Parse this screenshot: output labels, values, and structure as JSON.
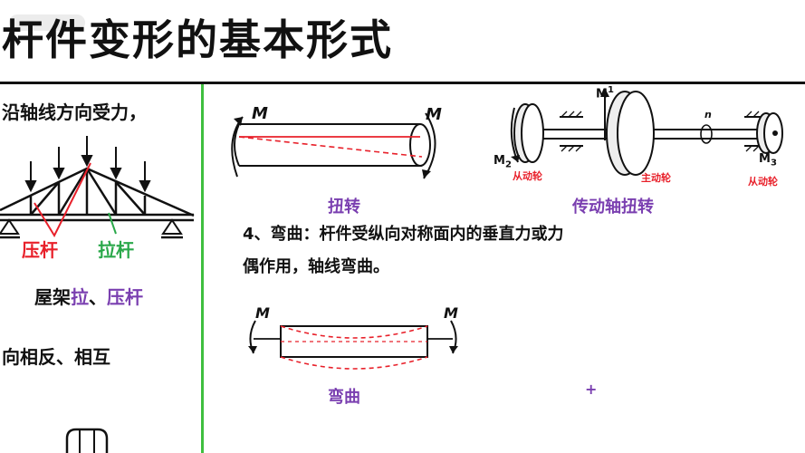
{
  "title": "杆件变形的基本形式",
  "left": {
    "axial_text": "沿轴线方向受力，",
    "compression_label": "压杆",
    "tension_label": "拉杆",
    "caption_prefix": "屋架",
    "caption_tension": "拉",
    "caption_sep": "、",
    "caption_compression": "压杆",
    "shear_text": "向相反、相互"
  },
  "torsion": {
    "caption": "扭转",
    "moment_left": "M",
    "moment_right": "M"
  },
  "shaft": {
    "caption": "传动轴扭转",
    "m1": "M",
    "m1_sub": "1",
    "m2": "M",
    "m2_sub": "2",
    "m3": "M",
    "m3_sub": "3",
    "n_label": "n",
    "driven_left": "从动轮",
    "driver": "主动轮",
    "driven_right": "从动轮"
  },
  "bending": {
    "heading_line1": "4、弯曲：杆件受纵向对称面内的垂直力或力",
    "heading_line2": "偶作用，轴线弯曲。",
    "caption": "弯曲",
    "moment_left": "M",
    "moment_right": "M"
  },
  "stray_mark": "+",
  "colors": {
    "red": "#e8202a",
    "green": "#2aa84a",
    "purple": "#7a3fb0",
    "divider": "#3fbf3f"
  }
}
